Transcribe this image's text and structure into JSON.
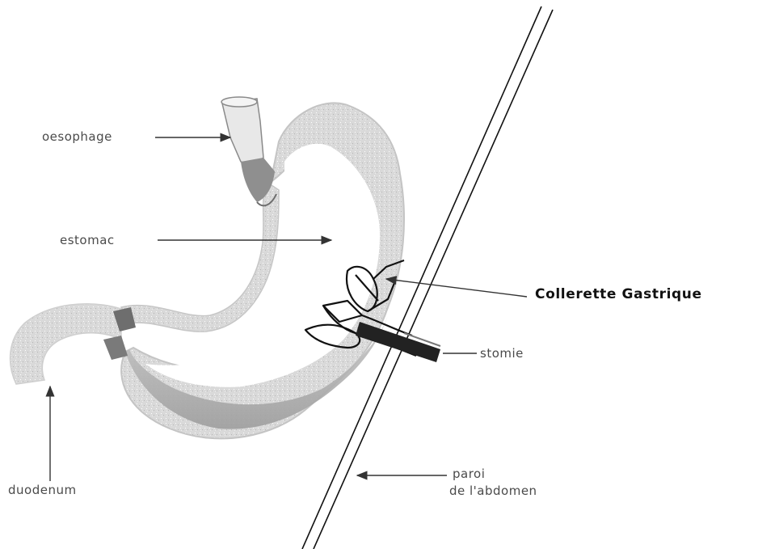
{
  "labels": {
    "oesophage": "oesophage",
    "estomac": "estomac",
    "collerette": "Collerette Gastrique",
    "stomie": "stomie",
    "duodenum": "duodenum",
    "paroi_line1": "paroi",
    "paroi_line2": "de l'abdomen"
  },
  "colors": {
    "stomach_fill": "#d6d6d6",
    "stomach_shade": "#a9a9a9",
    "stomach_dark": "#8a8a8a",
    "outline": "#111111",
    "label_text": "#4a4a4a"
  }
}
